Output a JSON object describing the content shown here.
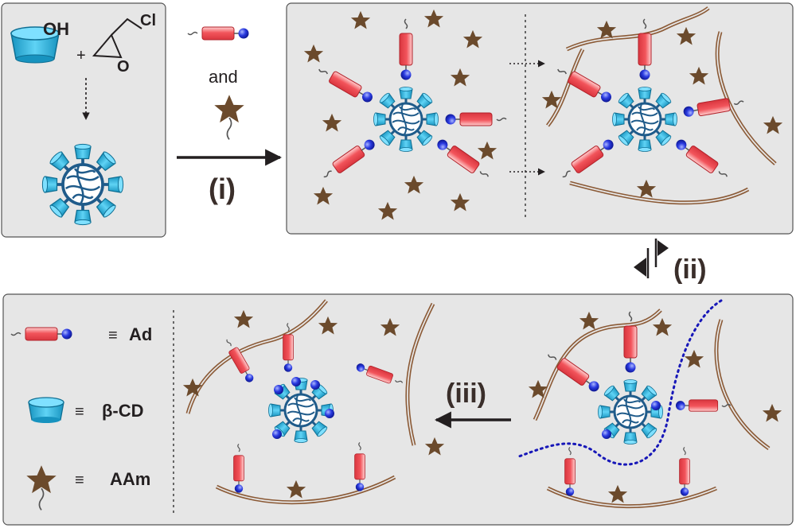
{
  "reactants": {
    "hydroxyl": "OH",
    "plus": "+",
    "chloro": "Cl",
    "oxygen": "O"
  },
  "guests": {
    "and": "and"
  },
  "steps": {
    "i": "(i)",
    "ii": "(ii)",
    "iii": "(iii)"
  },
  "legend": {
    "items": [
      {
        "symbol": "≡",
        "label": "Ad"
      },
      {
        "symbol": "≡",
        "label": "β-CD"
      },
      {
        "symbol": "≡",
        "label": "AAm"
      }
    ]
  },
  "colors": {
    "panel_fill": "#e6e6e6",
    "cd_cyan": "#29b6e0",
    "core_blue": "#1f5b8a",
    "ad_red": "#f2545b",
    "ad_ball": "#2a3ae0",
    "star_brown": "#6b4a2c",
    "chain_brown": "#8b5a36",
    "dotted_blue": "#1717b8"
  },
  "icons": [
    "light-toggle-icon"
  ]
}
